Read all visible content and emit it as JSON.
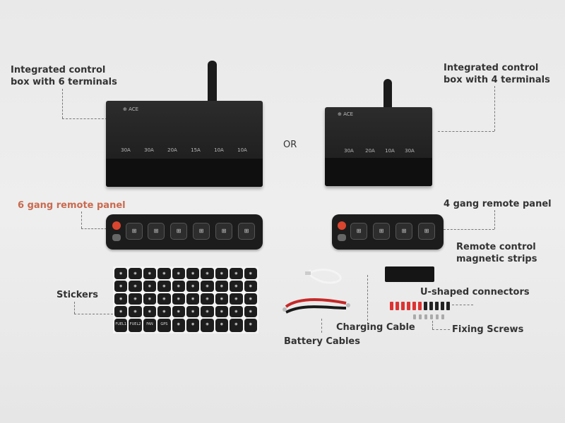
{
  "labels": {
    "box6_line1": "Integrated control",
    "box6_line2": "box with 6 terminals",
    "box4_line1": "Integrated control",
    "box4_line2": "box with 4 terminals",
    "or": "OR",
    "panel6": "6 gang remote panel",
    "panel4": "4 gang remote panel",
    "strips_line1": "Remote control",
    "strips_line2": "magnetic strips",
    "stickers": "Stickers",
    "u_connectors": "U-shaped connectors",
    "charging_cable": "Charging Cable",
    "battery_cables": "Battery Cables",
    "fixing_screws": "Fixing Screws"
  },
  "box6": {
    "brand": "ACE",
    "terminals": [
      "30A",
      "30A",
      "20A",
      "15A",
      "10A",
      "10A"
    ]
  },
  "box4": {
    "brand": "ACE",
    "terminals": [
      "30A",
      "20A",
      "10A",
      "30A"
    ]
  },
  "stickers_last_row": [
    "FUEL1",
    "FUEL2",
    "FAN OFF",
    "GPS"
  ],
  "colors": {
    "panel6_label": "#c96a4f",
    "text": "#333333",
    "power_button": "#d9452f"
  }
}
